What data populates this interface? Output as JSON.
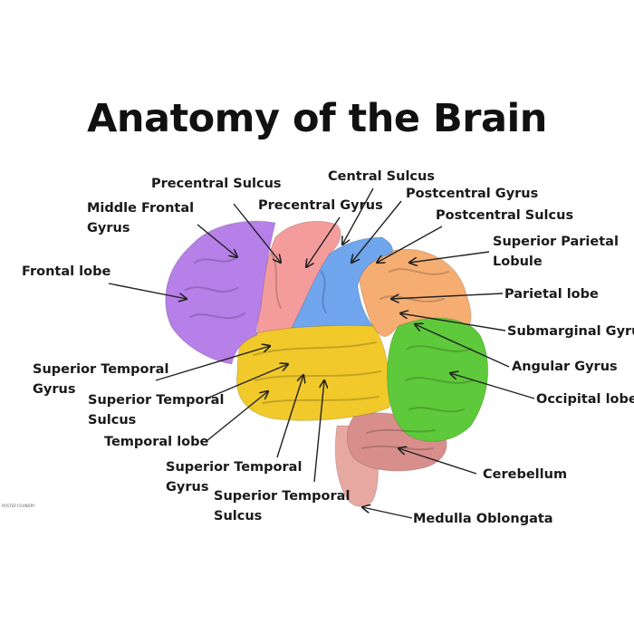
{
  "title": "Anatomy of the Brain",
  "labels": {
    "precentral_sulcus": "Precentral Sulcus",
    "central_sulcus": "Central Sulcus",
    "postcentral_gyrus": "Postcentral Gyrus",
    "precentral_gyrus": "Precentral Gyrus",
    "middle_frontal_gyrus": [
      "Middle Frontal",
      "Gyrus"
    ],
    "postcentral_sulcus": "Postcentral Sulcus",
    "superior_parietal_lobule": [
      "Superior Parietal",
      "Lobule"
    ],
    "frontal_lobe": "Frontal lobe",
    "parietal_lobe": "Parietal lobe",
    "submarginal_gyrus": "Submarginal Gyrus",
    "angular_gyrus": "Angular Gyrus",
    "occipital_lobe": "Occipital lobe",
    "superior_temporal_gyrus_left": [
      "Superior Temporal",
      "Gyrus"
    ],
    "superior_temporal_sulcus_left": [
      "Superior Temporal",
      "Sulcus"
    ],
    "temporal_lobe": "Temporal lobe",
    "superior_temporal_gyrus_bottom": [
      "Superior Temporal",
      "Gyrus"
    ],
    "superior_temporal_sulcus_bottom": [
      "Superior Temporal",
      "Sulcus"
    ],
    "cerebellum": "Cerebellum",
    "medulla_oblongata": "Medulla Oblongata"
  },
  "colors": {
    "frontal": "#b77fe8",
    "precentral": "#f49c9c",
    "postcentral": "#6fa6ee",
    "parietal": "#f6ad72",
    "temporal": "#f1c92a",
    "occipital": "#5ec93a",
    "cerebellum": "#d88f8c",
    "brainstem": "#e8a8a2"
  },
  "credit": "POSTER FOUNDRY"
}
